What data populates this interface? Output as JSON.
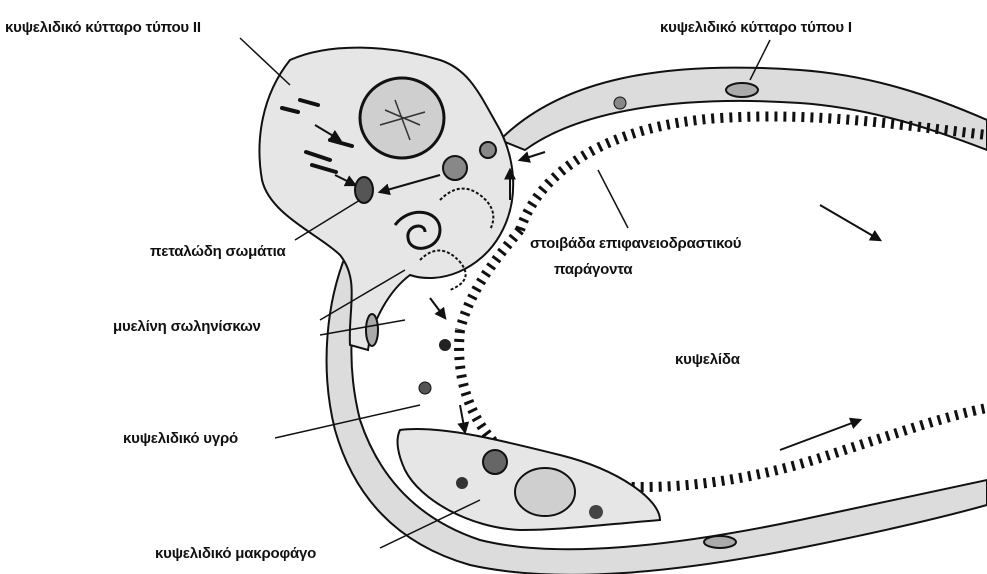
{
  "labels": {
    "type2_cell": "κυψελιδικό κύτταρο τύπου ΙΙ",
    "type1_cell": "κυψελιδικό κύτταρο τύπου Ι",
    "lamellar_bodies": "πεταλώδη σωμάτια",
    "surfactant_line1": "στοιβάδα επιφανειοδραστικού",
    "surfactant_line2": "παράγοντα",
    "tubular_myelin": "μυελίνη σωληνίσκων",
    "alveolus": "κυψελίδα",
    "alveolar_fluid": "κυψελιδικό υγρό",
    "macrophage": "κυψελιδικό μακροφάγο"
  },
  "colors": {
    "ink": "#111111",
    "cell_fill": "#e6e6e6",
    "wall_fill": "#d9d9d9",
    "background": "#ffffff"
  }
}
